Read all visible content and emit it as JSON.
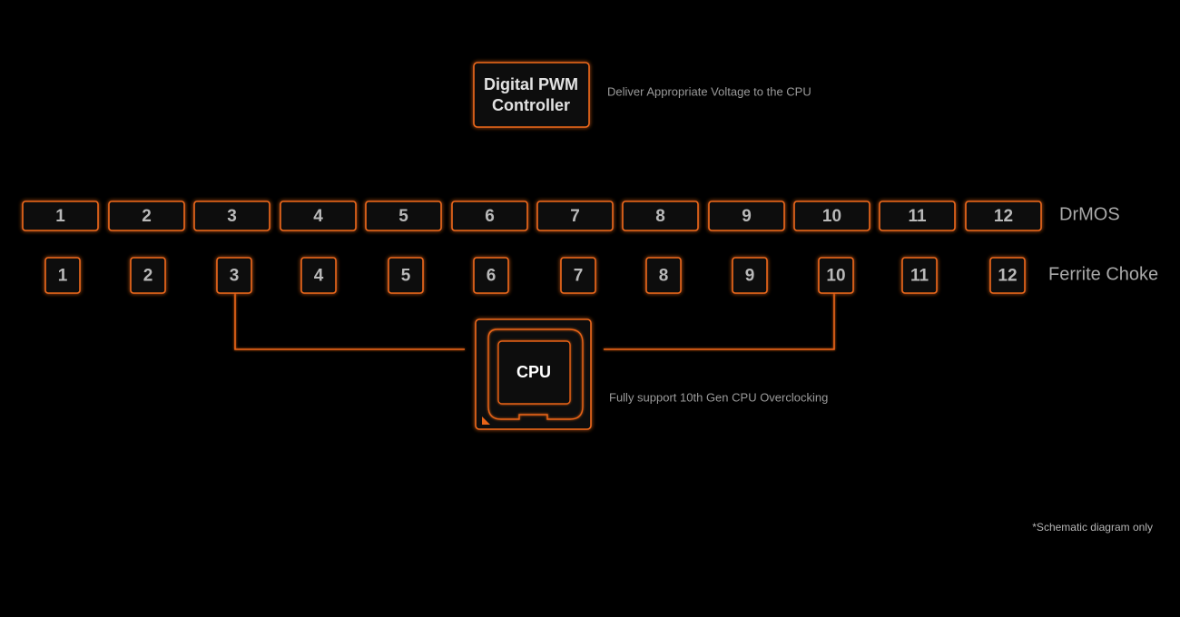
{
  "controller": {
    "line1": "Digital PWM",
    "line2": "Controller",
    "description": "Deliver Appropriate Voltage to the CPU"
  },
  "drmos": {
    "label": "DrMOS",
    "items": [
      "1",
      "2",
      "3",
      "4",
      "5",
      "6",
      "7",
      "8",
      "9",
      "10",
      "11",
      "12"
    ]
  },
  "ferrite_choke": {
    "label": "Ferrite Choke",
    "items": [
      "1",
      "2",
      "3",
      "4",
      "5",
      "6",
      "7",
      "8",
      "9",
      "10",
      "11",
      "12"
    ]
  },
  "cpu": {
    "label": "CPU",
    "description": "Fully support 10th Gen CPU Overclocking"
  },
  "footnote": "*Schematic diagram only",
  "colors": {
    "background": "#000000",
    "accent": "#f06a1c"
  }
}
